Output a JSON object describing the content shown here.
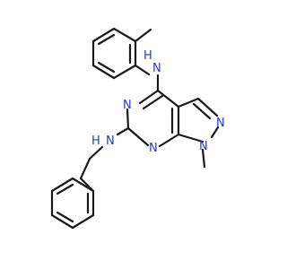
{
  "molecule": {
    "atoms": {
      "nh_upper": "N",
      "h_upper": "H",
      "n_left_ring": "N",
      "n_bottom_ring": "N",
      "n_pyrazole_top": "N",
      "n_pyrazole_methyl": "N",
      "nh_lower": "N",
      "h_lower": "H"
    }
  }
}
